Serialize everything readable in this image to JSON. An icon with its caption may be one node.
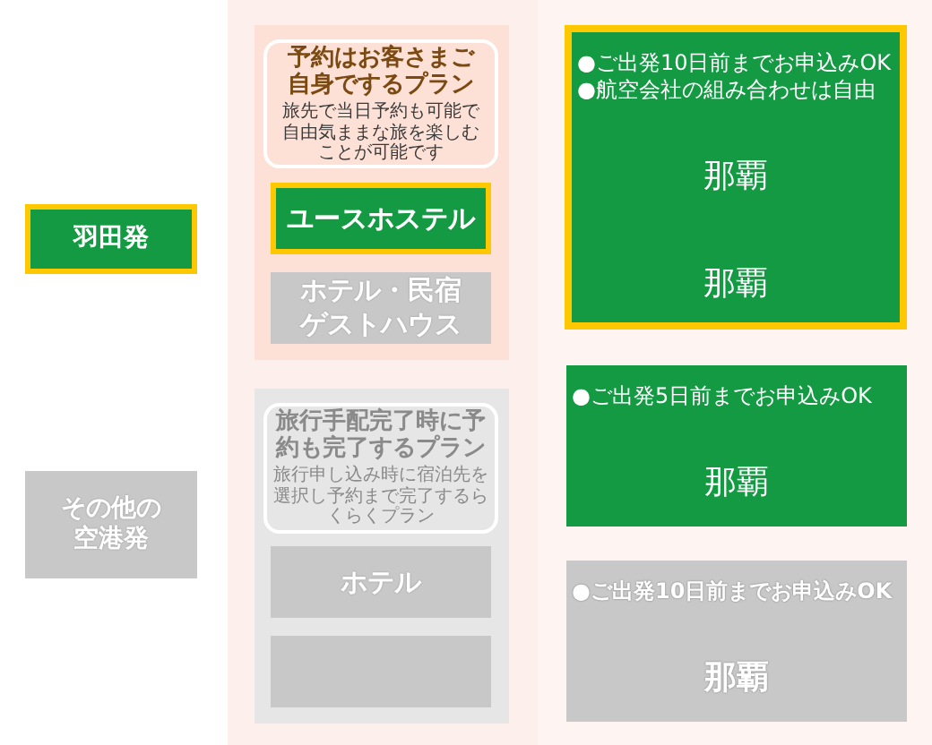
{
  "diagram": {
    "nodes": [
      {
        "text": [
          "羽田発"
        ]
      },
      {
        "text": [],
        "shape": "box"
      },
      {
        "text": [
          "予約はお客さまご自身でするプラン",
          "旅先で当日予約も可能で自由気ままな旅を楽しむことが可能です"
        ],
        "in": 1
      },
      {
        "text": [
          "ユースホステル"
        ],
        "in": 1
      },
      {
        "text": [
          "ホテル・民宿ゲストハウス"
        ],
        "in": 1
      },
      {
        "text": [
          "●ご出発10日前までお申込みOK",
          "●航空会社の組み合わせは自由",
          "那覇",
          "那覇"
        ]
      },
      {
        "text": [
          "その他の空港発"
        ]
      },
      {
        "text": [],
        "shape": "box"
      },
      {
        "text": [
          "旅行手配完了時に予約も完了するプラン",
          "旅行申し込み時に宿泊先を選択し予約まで完了するらくらくプラン"
        ],
        "in": 7
      },
      {
        "text": [
          "ホテル"
        ],
        "in": 7
      },
      {
        "text": [],
        "shape": "box",
        "in": 7
      },
      {
        "text": [
          "●ご出発5日前までお申込みOK",
          "那覇"
        ]
      },
      {
        "text": [
          "●ご出発10日前までお申込みOK",
          "那覇"
        ]
      }
    ]
  }
}
